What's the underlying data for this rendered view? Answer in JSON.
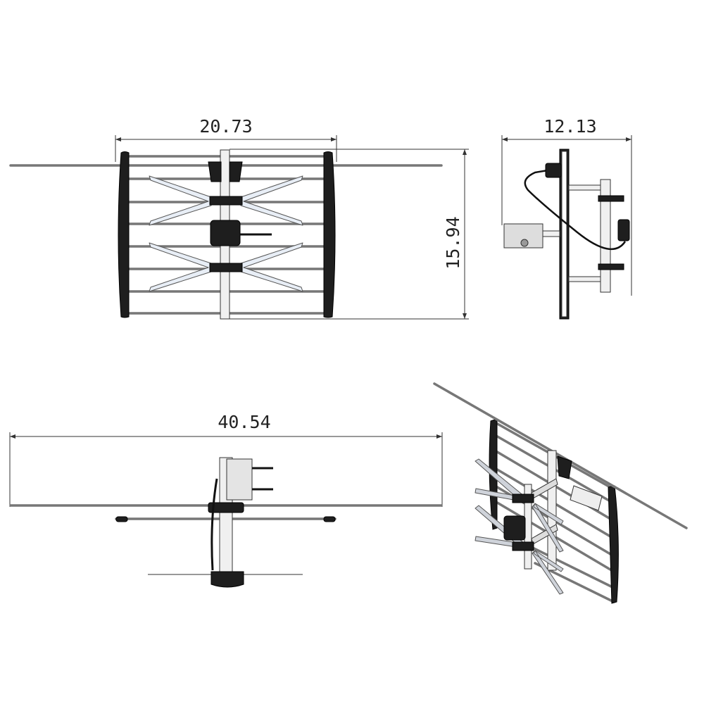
{
  "dimensions": {
    "front_width": "20.73",
    "front_height": "15.94",
    "side_depth": "12.13",
    "top_overall_length": "40.54"
  },
  "colors": {
    "line": "#333333",
    "reflector_end": "#1e1e1e",
    "element": "#e8eef6",
    "rod": "#777777"
  }
}
